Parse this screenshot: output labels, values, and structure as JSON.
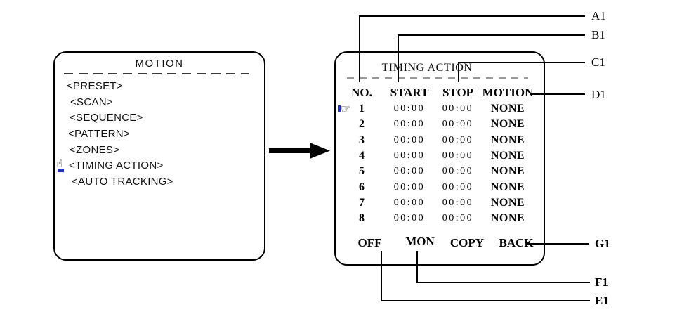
{
  "colors": {
    "accent_blue": "#2233bb",
    "line_black": "#000000",
    "dash_gray": "#999999"
  },
  "icons": {
    "hand_cursor": "☝",
    "hand_pointer": "☞"
  },
  "left_panel": {
    "title": "MOTION",
    "items": [
      {
        "label": "<PRESET>"
      },
      {
        "label": "<SCAN>"
      },
      {
        "label": "<SEQUENCE>"
      },
      {
        "label": "<PATTERN>"
      },
      {
        "label": "<ZONES>"
      },
      {
        "label": "<TIMING ACTION>",
        "selected": true
      },
      {
        "label": "<AUTO TRACKING>"
      }
    ]
  },
  "right_panel": {
    "title": "TIMING ACTION",
    "headers": [
      "NO.",
      "START",
      "STOP",
      "MOTION"
    ],
    "rows": [
      {
        "no": "1",
        "start": "00:00",
        "stop": "00:00",
        "motion": "NONE",
        "selected": true
      },
      {
        "no": "2",
        "start": "00:00",
        "stop": "00:00",
        "motion": "NONE"
      },
      {
        "no": "3",
        "start": "00:00",
        "stop": "00:00",
        "motion": "NONE"
      },
      {
        "no": "4",
        "start": "00:00",
        "stop": "00:00",
        "motion": "NONE"
      },
      {
        "no": "5",
        "start": "00:00",
        "stop": "00:00",
        "motion": "NONE"
      },
      {
        "no": "6",
        "start": "00:00",
        "stop": "00:00",
        "motion": "NONE"
      },
      {
        "no": "7",
        "start": "00:00",
        "stop": "00:00",
        "motion": "NONE"
      },
      {
        "no": "8",
        "start": "00:00",
        "stop": "00:00",
        "motion": "NONE"
      }
    ],
    "footer": [
      "OFF",
      "MON",
      "COPY",
      "BACK"
    ]
  },
  "callouts": {
    "a1": "A1",
    "b1": "B1",
    "c1": "C1",
    "d1": "D1",
    "e1": "E1",
    "f1": "F1",
    "g1": "G1"
  }
}
